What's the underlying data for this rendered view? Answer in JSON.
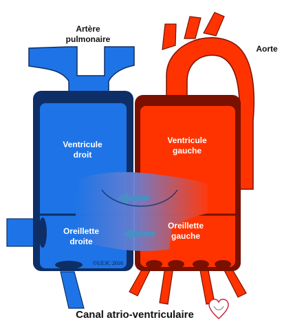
{
  "labels": {
    "artere_line1": "Artère",
    "artere_line2": "pulmonaire",
    "aorte": "Aorte",
    "vd_line1": "Ventricule",
    "vd_line2": "droit",
    "vg_line1": "Ventricule",
    "vg_line2": "gauche",
    "od_line1": "Oreillette",
    "od_line2": "droite",
    "og_line1": "Oreillette",
    "og_line2": "gauche",
    "copyright": "©UE3C 2016",
    "caption": "Canal atrio-ventriculaire"
  },
  "colors": {
    "blue": "#1e74e6",
    "dark_blue": "#0d2e66",
    "red": "#ff3300",
    "dark_red": "#7a1000",
    "arrow": "#4a8fc4"
  },
  "icons": {
    "logo": "heart-logo-icon",
    "arrow": "left-arrow-icon"
  }
}
